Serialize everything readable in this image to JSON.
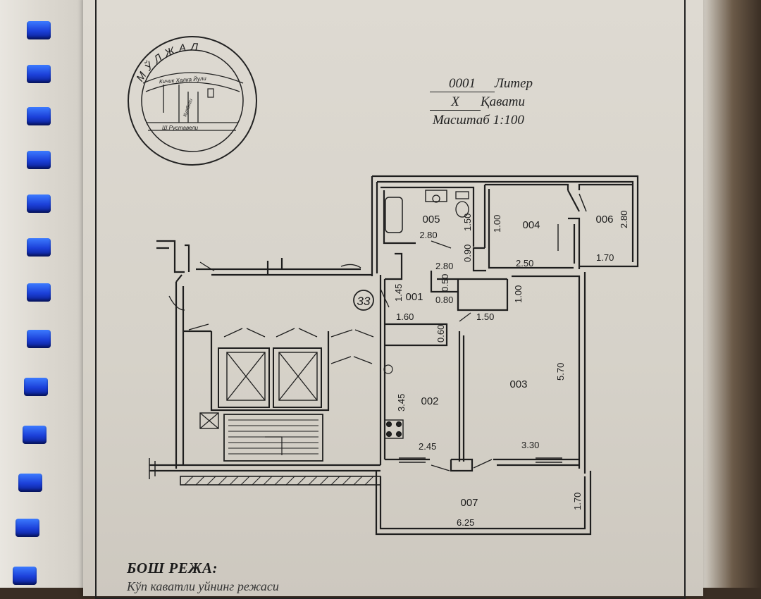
{
  "seal": {
    "title": "МЎЛЖАЛ",
    "street_top": "Кичик Халка Йули",
    "street_side": "Кулбеги",
    "street_bottom": "Ш.Руставели"
  },
  "legend": {
    "liter_value": "0001",
    "liter_label": "Литер",
    "floor_value": "X",
    "floor_label": "Қавати",
    "scale": "Масштаб 1:100"
  },
  "plan": {
    "apartment_no": "33",
    "rooms": [
      {
        "id": "001"
      },
      {
        "id": "002"
      },
      {
        "id": "003"
      },
      {
        "id": "004"
      },
      {
        "id": "005"
      },
      {
        "id": "006"
      },
      {
        "id": "007"
      }
    ],
    "dims": [
      "2.80",
      "1.50",
      "0.90",
      "2.80",
      "1.00",
      "2.50",
      "2.80",
      "1.70",
      "1.45",
      "0.50",
      "0.80",
      "1.00",
      "1.60",
      "0.60",
      "1.50",
      "5.70",
      "3.45",
      "2.45",
      "3.30",
      "1.70",
      "6.25"
    ]
  },
  "footer": {
    "title": "БОШ РЕЖА:",
    "subtitle": "Кўп каватли уйнинг режаси"
  }
}
